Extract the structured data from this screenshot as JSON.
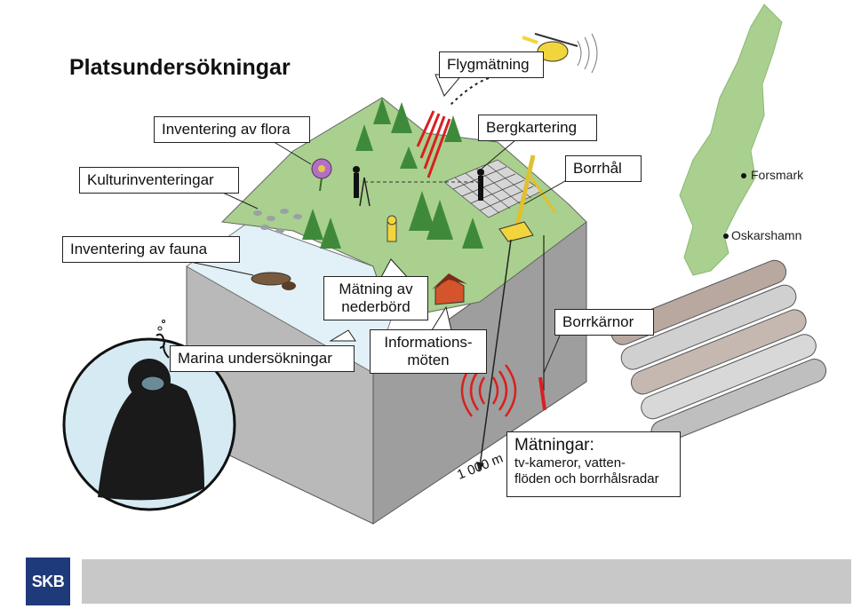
{
  "title": "Platsundersökningar",
  "labels": {
    "flygmatning": "Flygmätning",
    "flora": "Inventering av flora",
    "bergkartering": "Bergkartering",
    "kultur": "Kulturinventeringar",
    "borrhal": "Borrhål",
    "fauna": "Inventering av fauna",
    "nederbord": "Mätning av nederbörd",
    "marina": "Marina undersökningar",
    "info": "Informations- möten",
    "borrkarnor": "Borrkärnor"
  },
  "measurements": {
    "heading": "Mätningar:",
    "line1": "tv-kameror, vatten-",
    "line2": "flöden och borrhålsradar"
  },
  "depth_label": "1 000 m",
  "map": {
    "forsmark": "Forsmark",
    "oskarshamn": "Oskarshamn"
  },
  "logo": "SKB",
  "colors": {
    "brand": "#1e3a7a",
    "footer": "#c8c8c8",
    "grass": "#a9d08e",
    "water": "#dfeef6",
    "rock": "#9a9a9a"
  }
}
